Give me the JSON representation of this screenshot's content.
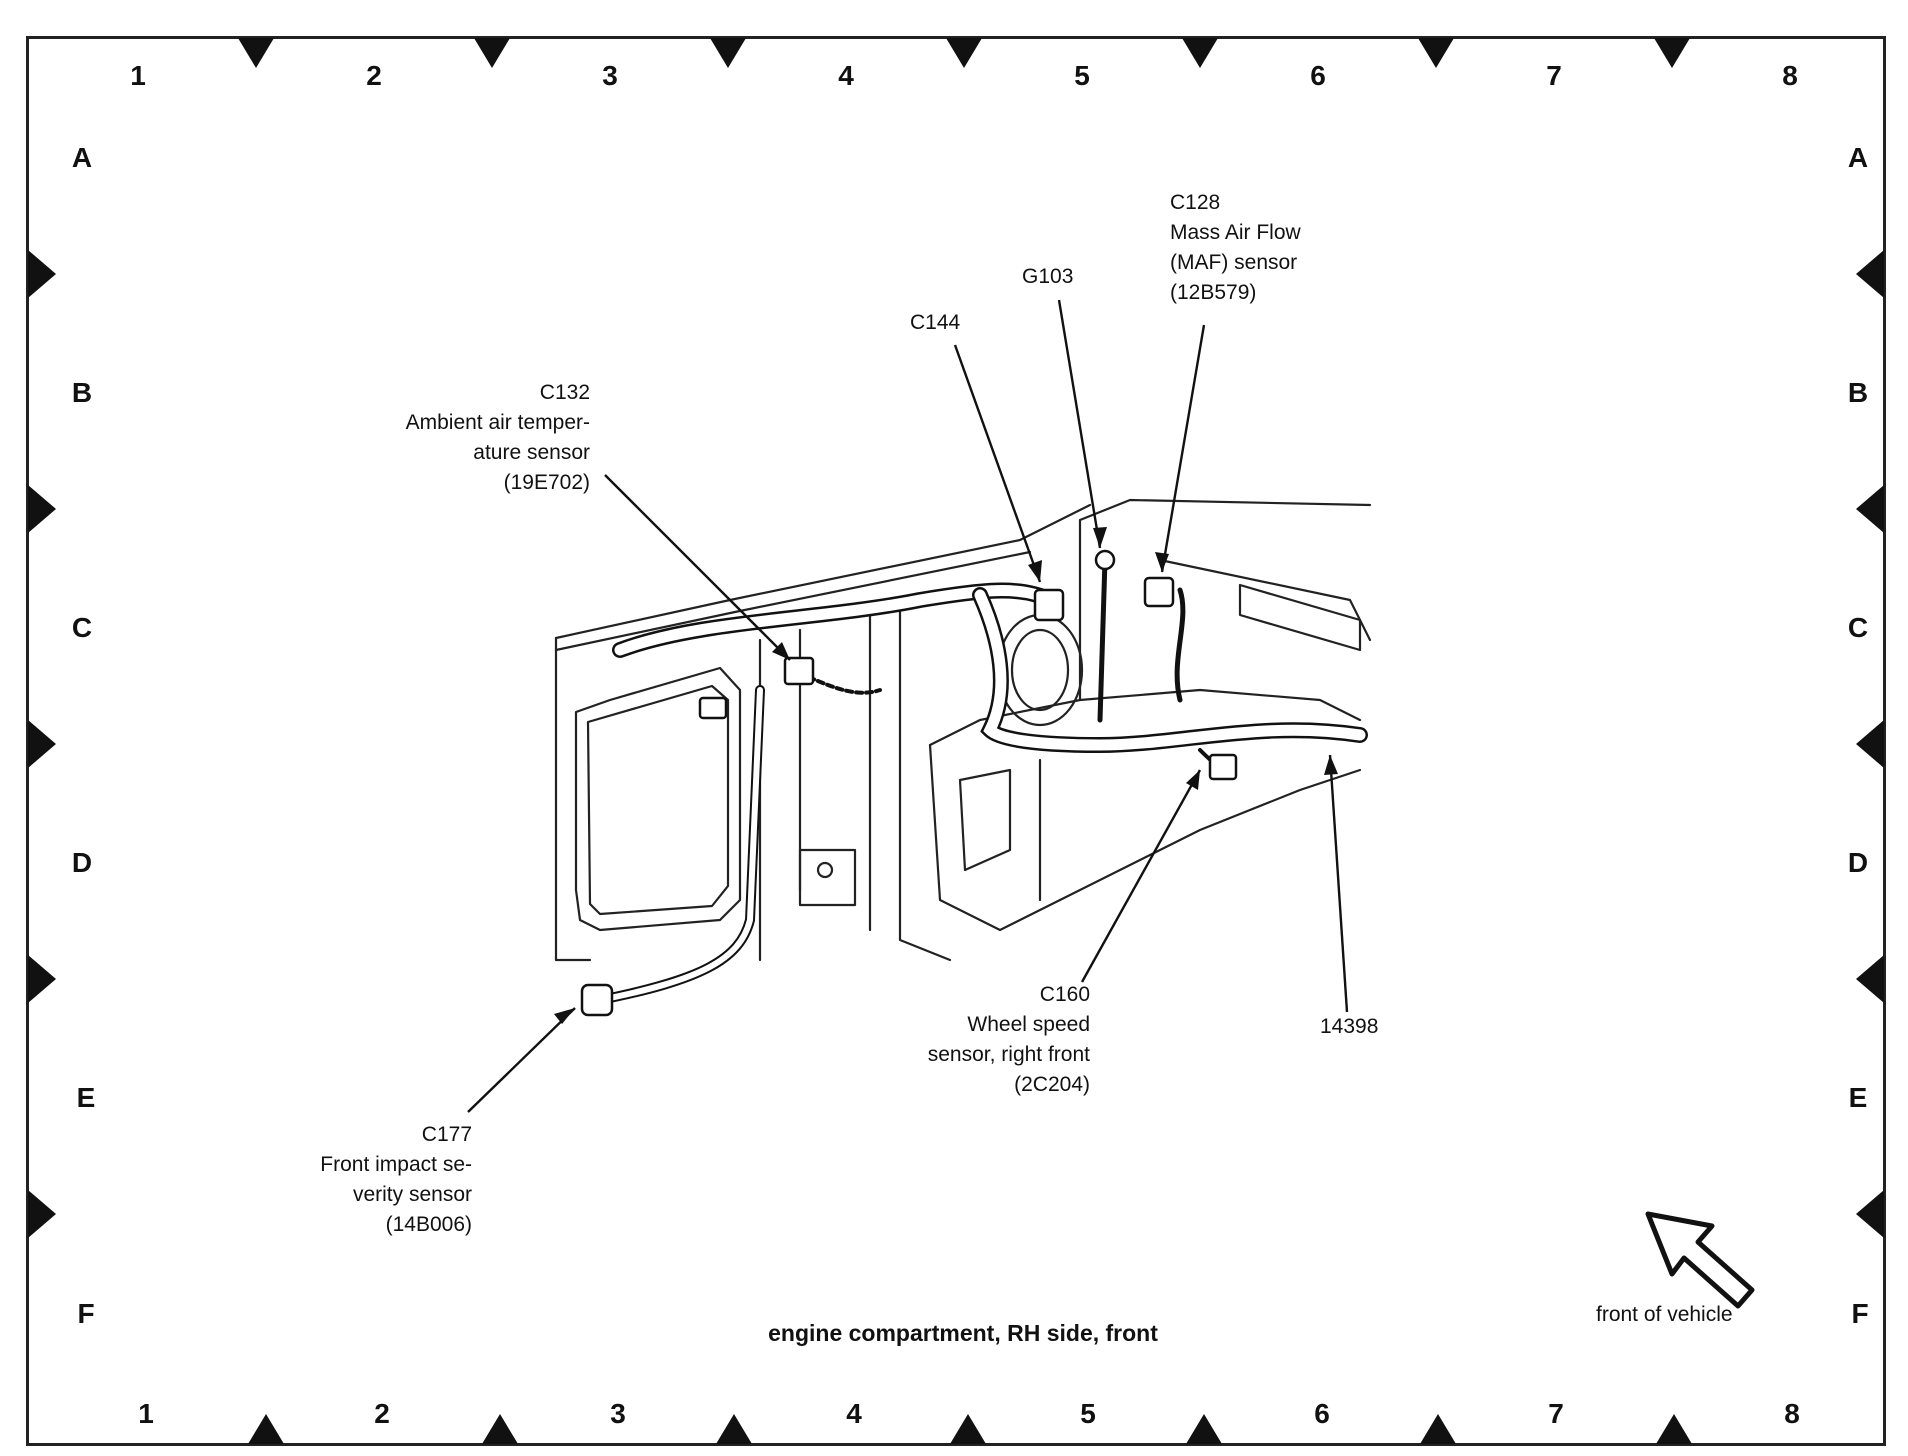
{
  "grid": {
    "columns": [
      "1",
      "2",
      "3",
      "4",
      "5",
      "6",
      "7",
      "8"
    ],
    "rows": [
      "A",
      "B",
      "C",
      "D",
      "E",
      "F"
    ]
  },
  "callouts": {
    "c128": {
      "id": "C128",
      "l1": "Mass Air Flow",
      "l2": "(MAF) sensor",
      "l3": "(12B579)"
    },
    "g103": {
      "id": "G103"
    },
    "c144": {
      "id": "C144"
    },
    "c132": {
      "id": "C132",
      "l1": "Ambient air temper-",
      "l2": "ature sensor",
      "l3": "(19E702)"
    },
    "c160": {
      "id": "C160",
      "l1": "Wheel speed",
      "l2": "sensor, right front",
      "l3": "(2C204)"
    },
    "part14398": {
      "id": "14398"
    },
    "c177": {
      "id": "C177",
      "l1": "Front impact se-",
      "l2": "verity sensor",
      "l3": "(14B006)"
    }
  },
  "caption": "engine compartment, RH side, front",
  "front_label": "front of vehicle"
}
